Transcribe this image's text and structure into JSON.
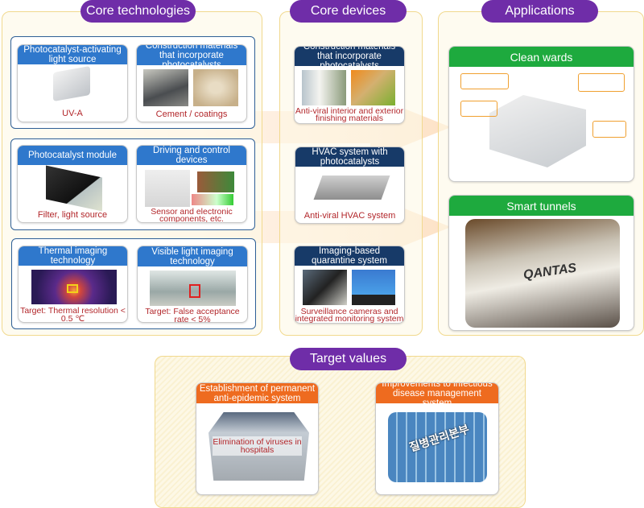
{
  "core_technologies": {
    "title": "Core technologies",
    "cards": [
      {
        "header": "Photocatalyst-activating light source",
        "caption": "UV-A",
        "image": "uv-lamp"
      },
      {
        "header": "Construction materials that incorporate photocatalysts",
        "caption": "Cement / coatings",
        "image": "cement-coatings"
      },
      {
        "header": "Photocatalyst module",
        "caption": "Filter, light source",
        "image": "photocatalyst-module"
      },
      {
        "header": "Driving and control devices",
        "caption": "Sensor and electronic components, etc.",
        "image": "sensors-electronics"
      },
      {
        "header": "Thermal imaging technology",
        "caption": "Target: Thermal resolution < 0.5 ℃",
        "image": "thermal-image"
      },
      {
        "header": "Visible light imaging technology",
        "caption": "Target: False acceptance rate < 5%",
        "image": "visible-light-image"
      }
    ]
  },
  "core_devices": {
    "title": "Core devices",
    "cards": [
      {
        "header": "Construction materials that incorporate photocatalysts",
        "caption": "Anti-viral interior and exterior finishing materials"
      },
      {
        "header": "HVAC system with photocatalysts",
        "caption": "Anti-viral HVAC system"
      },
      {
        "header": "Imaging-based quarantine system",
        "caption": "Surveillance cameras and integrated monitoring system"
      }
    ]
  },
  "applications": {
    "title": "Applications",
    "cards": [
      {
        "header": "Clean wards"
      },
      {
        "header": "Smart tunnels",
        "image_text": "QANTAS"
      }
    ]
  },
  "target_values": {
    "title": "Target values",
    "cards": [
      {
        "header": "Establishment of permanent anti-epidemic system",
        "caption": "Elimination of viruses in hospitals"
      },
      {
        "header": "Improvements to infectious disease management system",
        "image_text": "질병관리본부"
      }
    ]
  },
  "colors": {
    "pill": "#6f2da8",
    "tech_header": "#2f78cc",
    "device_header": "#173a68",
    "application_header": "#1eaa3e",
    "target_header": "#ee6b1f",
    "caption": "#b2262a"
  }
}
